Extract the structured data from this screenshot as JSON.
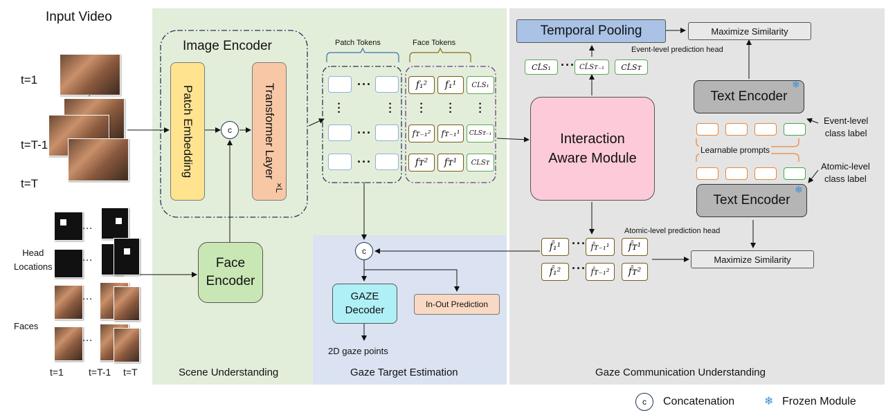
{
  "left": {
    "input_video": "Input Video",
    "t1": "t=1",
    "t_dots": "⋮",
    "tT1": "t=T-1",
    "tT": "t=T",
    "head_locations": "Head\nLocations",
    "faces": "Faces",
    "b_t1": "t=1",
    "b_tT1": "t=T-1",
    "b_tT": "t=T",
    "dots": "…"
  },
  "scene": {
    "title": "Image Encoder",
    "patch_embedding": "Patch Embedding",
    "transformer": "Transformer Layer",
    "times_l": "×L",
    "concat": "c",
    "face_encoder": "Face\nEncoder",
    "footer": "Scene Understanding"
  },
  "tokens": {
    "patch_tokens": "Patch Tokens",
    "face_tokens": "Face Tokens",
    "f1_2": "f₁²",
    "f1_1": "f₁¹",
    "cls1": "CLS₁",
    "fT1_2": "fᴛ₋₁²",
    "fT1_1": "fᴛ₋₁¹",
    "clsT1": "CLSᴛ₋₁",
    "fT_2": "fᴛ²",
    "fT_1": "fᴛ¹",
    "clsT": "CLSᴛ"
  },
  "gaze": {
    "concat": "c",
    "decoder": "GAZE\nDecoder",
    "in_out": "In-Out Prediction",
    "points": "2D gaze points",
    "footer": "Gaze Target Estimation"
  },
  "comm": {
    "temporal_pooling": "Temporal Pooling",
    "max_sim_top": "Maximize Similarity",
    "event_head": "Event-level prediction head",
    "cls_hat_1": "CL̂S₁",
    "cls_hat_T1": "CL̂Sᴛ₋₁",
    "cls_hat_T": "CL̂Sᴛ",
    "interaction": "Interaction\nAware Module",
    "text_encoder_top": "Text Encoder",
    "text_encoder_bottom": "Text Encoder",
    "event_label": "Event-level\nclass label",
    "learnable_prompts": "Learnable prompts",
    "atomic_label": "Atomic-level\nclass label",
    "atomic_head": "Atomic-level prediction head",
    "fh1_1": "f̂₁¹",
    "fhT1_1": "f̂ᴛ₋₁¹",
    "fhT_1": "f̂ᴛ¹",
    "fh1_2": "f̂₁²",
    "fhT1_2": "f̂ᴛ₋₁²",
    "fhT_2": "f̂ᴛ²",
    "max_sim_bottom": "Maximize Similarity",
    "footer": "Gaze Communication Understanding"
  },
  "legend": {
    "concat_symbol": "c",
    "concat": "Concatenation",
    "frozen": "Frozen Module"
  },
  "colors": {
    "scene_bg": "#e3eeda",
    "gaze_bg": "#dbe3f2",
    "comm_bg": "#e4e4e4",
    "patch_embedding": "#ffe38f",
    "transformer": "#f8c8a6",
    "face_encoder": "#c9e7b5",
    "interaction": "#fccad8",
    "gaze_decoder": "#aef0f6",
    "in_out": "#f9d9c3",
    "temporal_pooling": "#a9c2e6",
    "text_encoder": "#b5b5b5"
  }
}
